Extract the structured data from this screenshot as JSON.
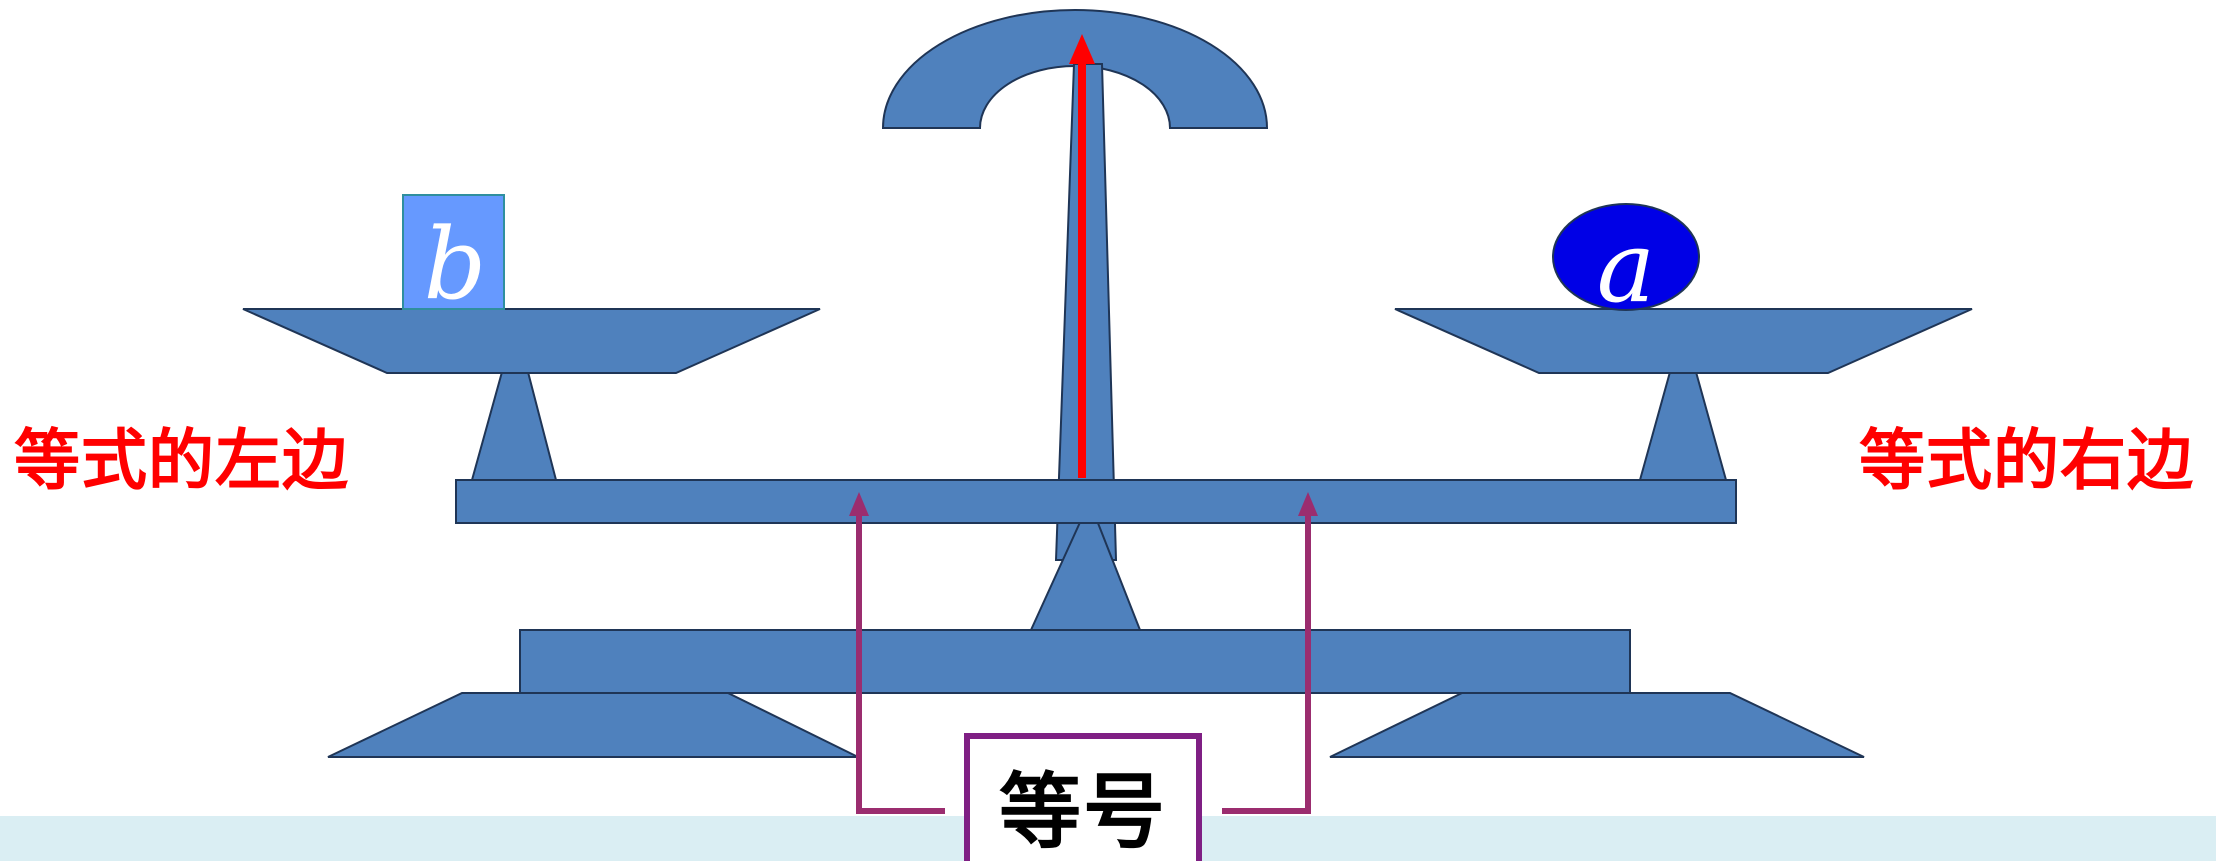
{
  "colors": {
    "balance_fill": "#4f81bd",
    "balance_stroke": "#1f3556",
    "block_b_fill": "#6699ff",
    "ball_a_fill": "#0000e6",
    "red_arrow": "#ff0000",
    "purple_arrows": "#9b2d6f",
    "label_red": "#ff0000",
    "floor_band": "#daeef3"
  },
  "left_label": "等式的左边",
  "right_label": "等式的右边",
  "equals_label": "等号",
  "left_object_letter": "b",
  "right_object_letter": "a"
}
